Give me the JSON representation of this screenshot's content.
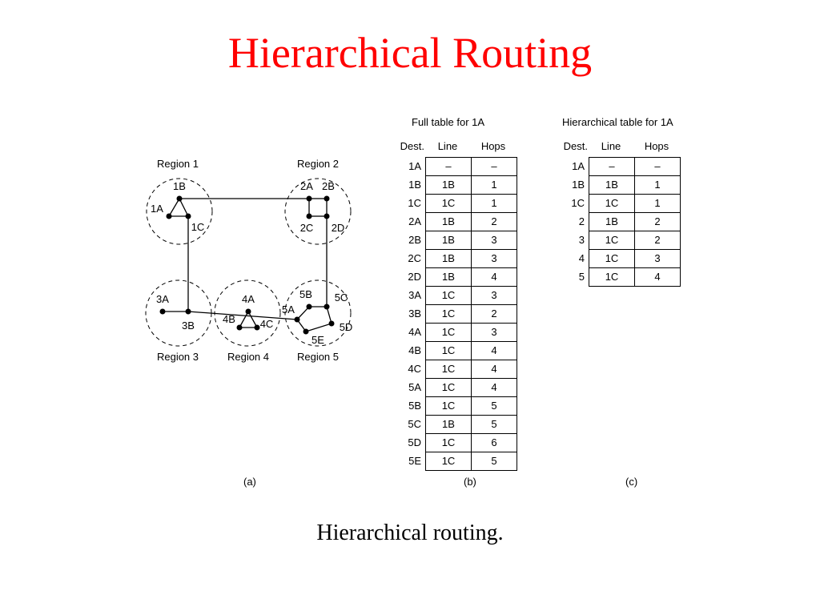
{
  "slide": {
    "title": "Hierarchical Routing",
    "title_color": "#ff0000",
    "caption": "Hierarchical routing."
  },
  "network": {
    "regions": [
      "Region 1",
      "Region 2",
      "Region 3",
      "Region 4",
      "Region 5"
    ],
    "routers": [
      "1A",
      "1B",
      "1C",
      "2A",
      "2B",
      "2C",
      "2D",
      "3A",
      "3B",
      "4A",
      "4B",
      "4C",
      "5A",
      "5B",
      "5C",
      "5D",
      "5E"
    ],
    "label": "(a)"
  },
  "full_table": {
    "title": "Full table for 1A",
    "headers": [
      "Dest.",
      "Line",
      "Hops"
    ],
    "rows": [
      {
        "dest": "1A",
        "line": "–",
        "hops": "–"
      },
      {
        "dest": "1B",
        "line": "1B",
        "hops": "1"
      },
      {
        "dest": "1C",
        "line": "1C",
        "hops": "1"
      },
      {
        "dest": "2A",
        "line": "1B",
        "hops": "2"
      },
      {
        "dest": "2B",
        "line": "1B",
        "hops": "3"
      },
      {
        "dest": "2C",
        "line": "1B",
        "hops": "3"
      },
      {
        "dest": "2D",
        "line": "1B",
        "hops": "4"
      },
      {
        "dest": "3A",
        "line": "1C",
        "hops": "3"
      },
      {
        "dest": "3B",
        "line": "1C",
        "hops": "2"
      },
      {
        "dest": "4A",
        "line": "1C",
        "hops": "3"
      },
      {
        "dest": "4B",
        "line": "1C",
        "hops": "4"
      },
      {
        "dest": "4C",
        "line": "1C",
        "hops": "4"
      },
      {
        "dest": "5A",
        "line": "1C",
        "hops": "4"
      },
      {
        "dest": "5B",
        "line": "1C",
        "hops": "5"
      },
      {
        "dest": "5C",
        "line": "1B",
        "hops": "5"
      },
      {
        "dest": "5D",
        "line": "1C",
        "hops": "6"
      },
      {
        "dest": "5E",
        "line": "1C",
        "hops": "5"
      }
    ],
    "label": "(b)"
  },
  "hier_table": {
    "title": "Hierarchical table for 1A",
    "headers": [
      "Dest.",
      "Line",
      "Hops"
    ],
    "rows": [
      {
        "dest": "1A",
        "line": "–",
        "hops": "–"
      },
      {
        "dest": "1B",
        "line": "1B",
        "hops": "1"
      },
      {
        "dest": "1C",
        "line": "1C",
        "hops": "1"
      },
      {
        "dest": "2",
        "line": "1B",
        "hops": "2"
      },
      {
        "dest": "3",
        "line": "1C",
        "hops": "2"
      },
      {
        "dest": "4",
        "line": "1C",
        "hops": "3"
      },
      {
        "dest": "5",
        "line": "1C",
        "hops": "4"
      }
    ],
    "label": "(c)"
  }
}
